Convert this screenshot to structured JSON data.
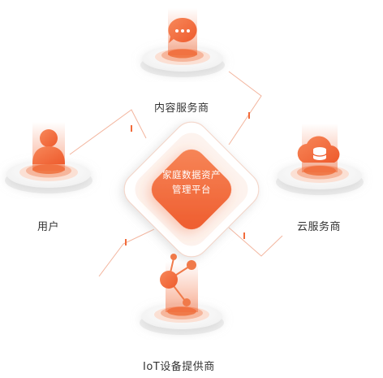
{
  "center": {
    "line1": "家庭数据资产",
    "line2": "管理平台"
  },
  "nodes": {
    "top": {
      "label": "内容服务商",
      "icon": "chat-bubble-icon"
    },
    "left": {
      "label": "用户",
      "icon": "user-icon"
    },
    "right": {
      "label": "云服务商",
      "icon": "cloud-database-icon"
    },
    "bottom": {
      "label": "IoT设备提供商",
      "icon": "network-nodes-icon"
    }
  },
  "colors": {
    "accent": "#f26b3a",
    "accent_light": "#f8a88a",
    "connector": "#f3b59e"
  }
}
